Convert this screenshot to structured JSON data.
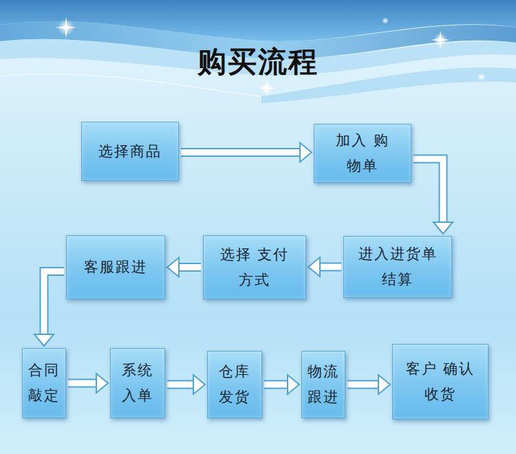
{
  "diagram": {
    "title": "购买流程",
    "nodes": [
      {
        "text": [
          "选择商品"
        ]
      },
      {
        "text": [
          "加入 购物单"
        ]
      },
      {
        "text": [
          "进入进货单 结算"
        ]
      },
      {
        "text": [
          "选择 支付方式"
        ]
      },
      {
        "text": [
          "客服跟进"
        ]
      },
      {
        "text": [
          "合同 敲定"
        ]
      },
      {
        "text": [
          "系统 入单"
        ]
      },
      {
        "text": [
          "仓库 发货"
        ]
      },
      {
        "text": [
          "物流 跟进"
        ]
      },
      {
        "text": [
          "客户 确认收货"
        ]
      }
    ],
    "edges": [
      {
        "from": 0,
        "to": 1,
        "arrow": "to"
      },
      {
        "from": 1,
        "to": 2,
        "arrow": "to"
      },
      {
        "from": 2,
        "to": 3,
        "arrow": "to"
      },
      {
        "from": 3,
        "to": 4,
        "arrow": "to"
      },
      {
        "from": 4,
        "to": 5,
        "arrow": "to"
      },
      {
        "from": 5,
        "to": 6,
        "arrow": "to"
      },
      {
        "from": 6,
        "to": 7,
        "arrow": "to"
      },
      {
        "from": 7,
        "to": 8,
        "arrow": "to"
      },
      {
        "from": 8,
        "to": 9,
        "arrow": "to"
      }
    ]
  }
}
